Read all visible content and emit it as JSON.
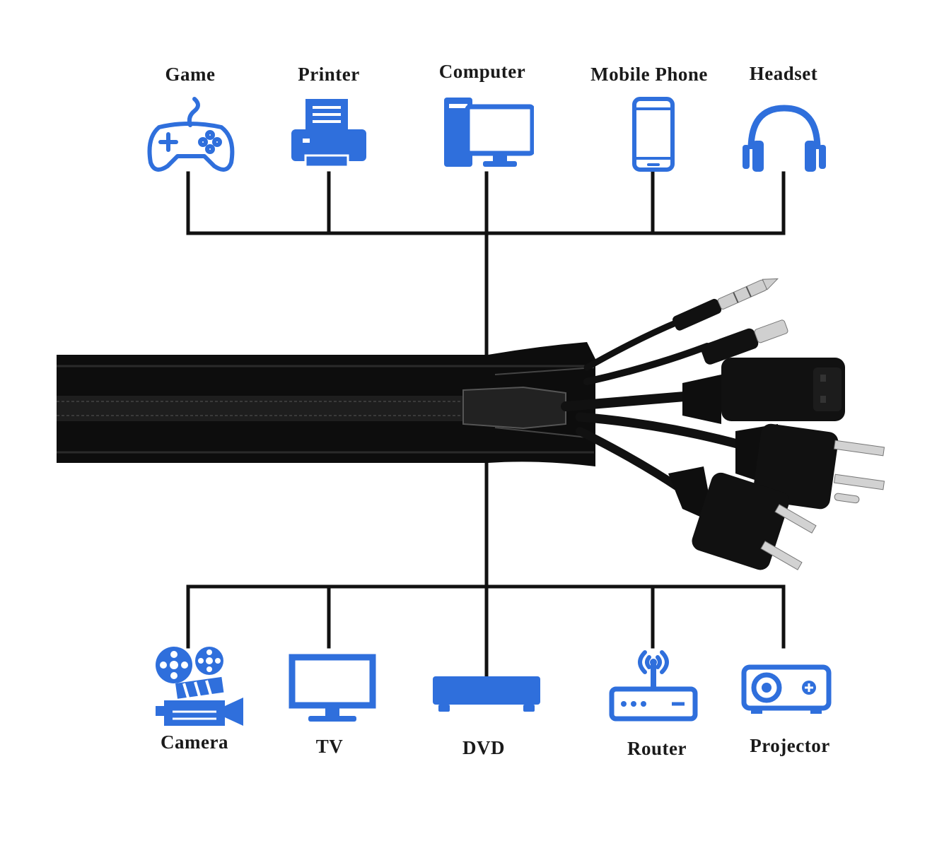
{
  "colors": {
    "icon": "#2f6fdc",
    "line": "#111111",
    "sleeve": "#0d0d0d"
  },
  "top_devices": [
    {
      "label": "Game",
      "icon": "gamepad-icon"
    },
    {
      "label": "Printer",
      "icon": "printer-icon"
    },
    {
      "label": "Computer",
      "icon": "computer-icon"
    },
    {
      "label": "Mobile Phone",
      "icon": "mobile-phone-icon"
    },
    {
      "label": "Headset",
      "icon": "headset-icon"
    }
  ],
  "bottom_devices": [
    {
      "label": "Camera",
      "icon": "movie-camera-icon"
    },
    {
      "label": "TV",
      "icon": "tv-icon"
    },
    {
      "label": "DVD",
      "icon": "dvd-player-icon"
    },
    {
      "label": "Router",
      "icon": "router-icon"
    },
    {
      "label": "Projector",
      "icon": "projector-icon"
    }
  ],
  "center_image": "cable-sleeve-with-plugs"
}
